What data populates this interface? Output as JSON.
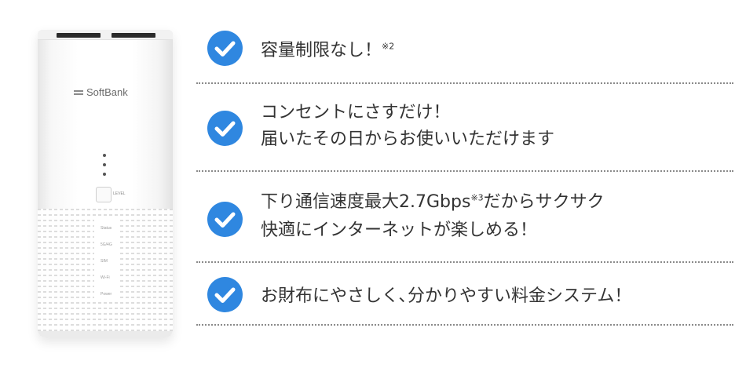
{
  "device": {
    "brand_name": "SoftBank",
    "level_label": "LEVEL",
    "status_labels": [
      "Status",
      "5G/4G",
      "SIM",
      "Wi-Fi",
      "Power"
    ]
  },
  "features": [
    {
      "text": "容量制限なし！",
      "note": "※2",
      "line2": ""
    },
    {
      "text": "コンセントにさすだけ！",
      "note": "",
      "line2": "届いたその日からお使いいただけます"
    },
    {
      "text": "下り通信速度最大2.7Gbps",
      "note": "※3",
      "tail": "だからサクサク",
      "line2": "快適にインターネットが楽しめる！"
    },
    {
      "text": "お財布にやさしく､分かりやすい料金システム！",
      "note": "",
      "line2": ""
    }
  ],
  "colors": {
    "check": "#2f87e0",
    "text": "#333333",
    "divider": "#8a8a8a"
  },
  "icons": {
    "feature_marker": "check-circle-icon"
  }
}
